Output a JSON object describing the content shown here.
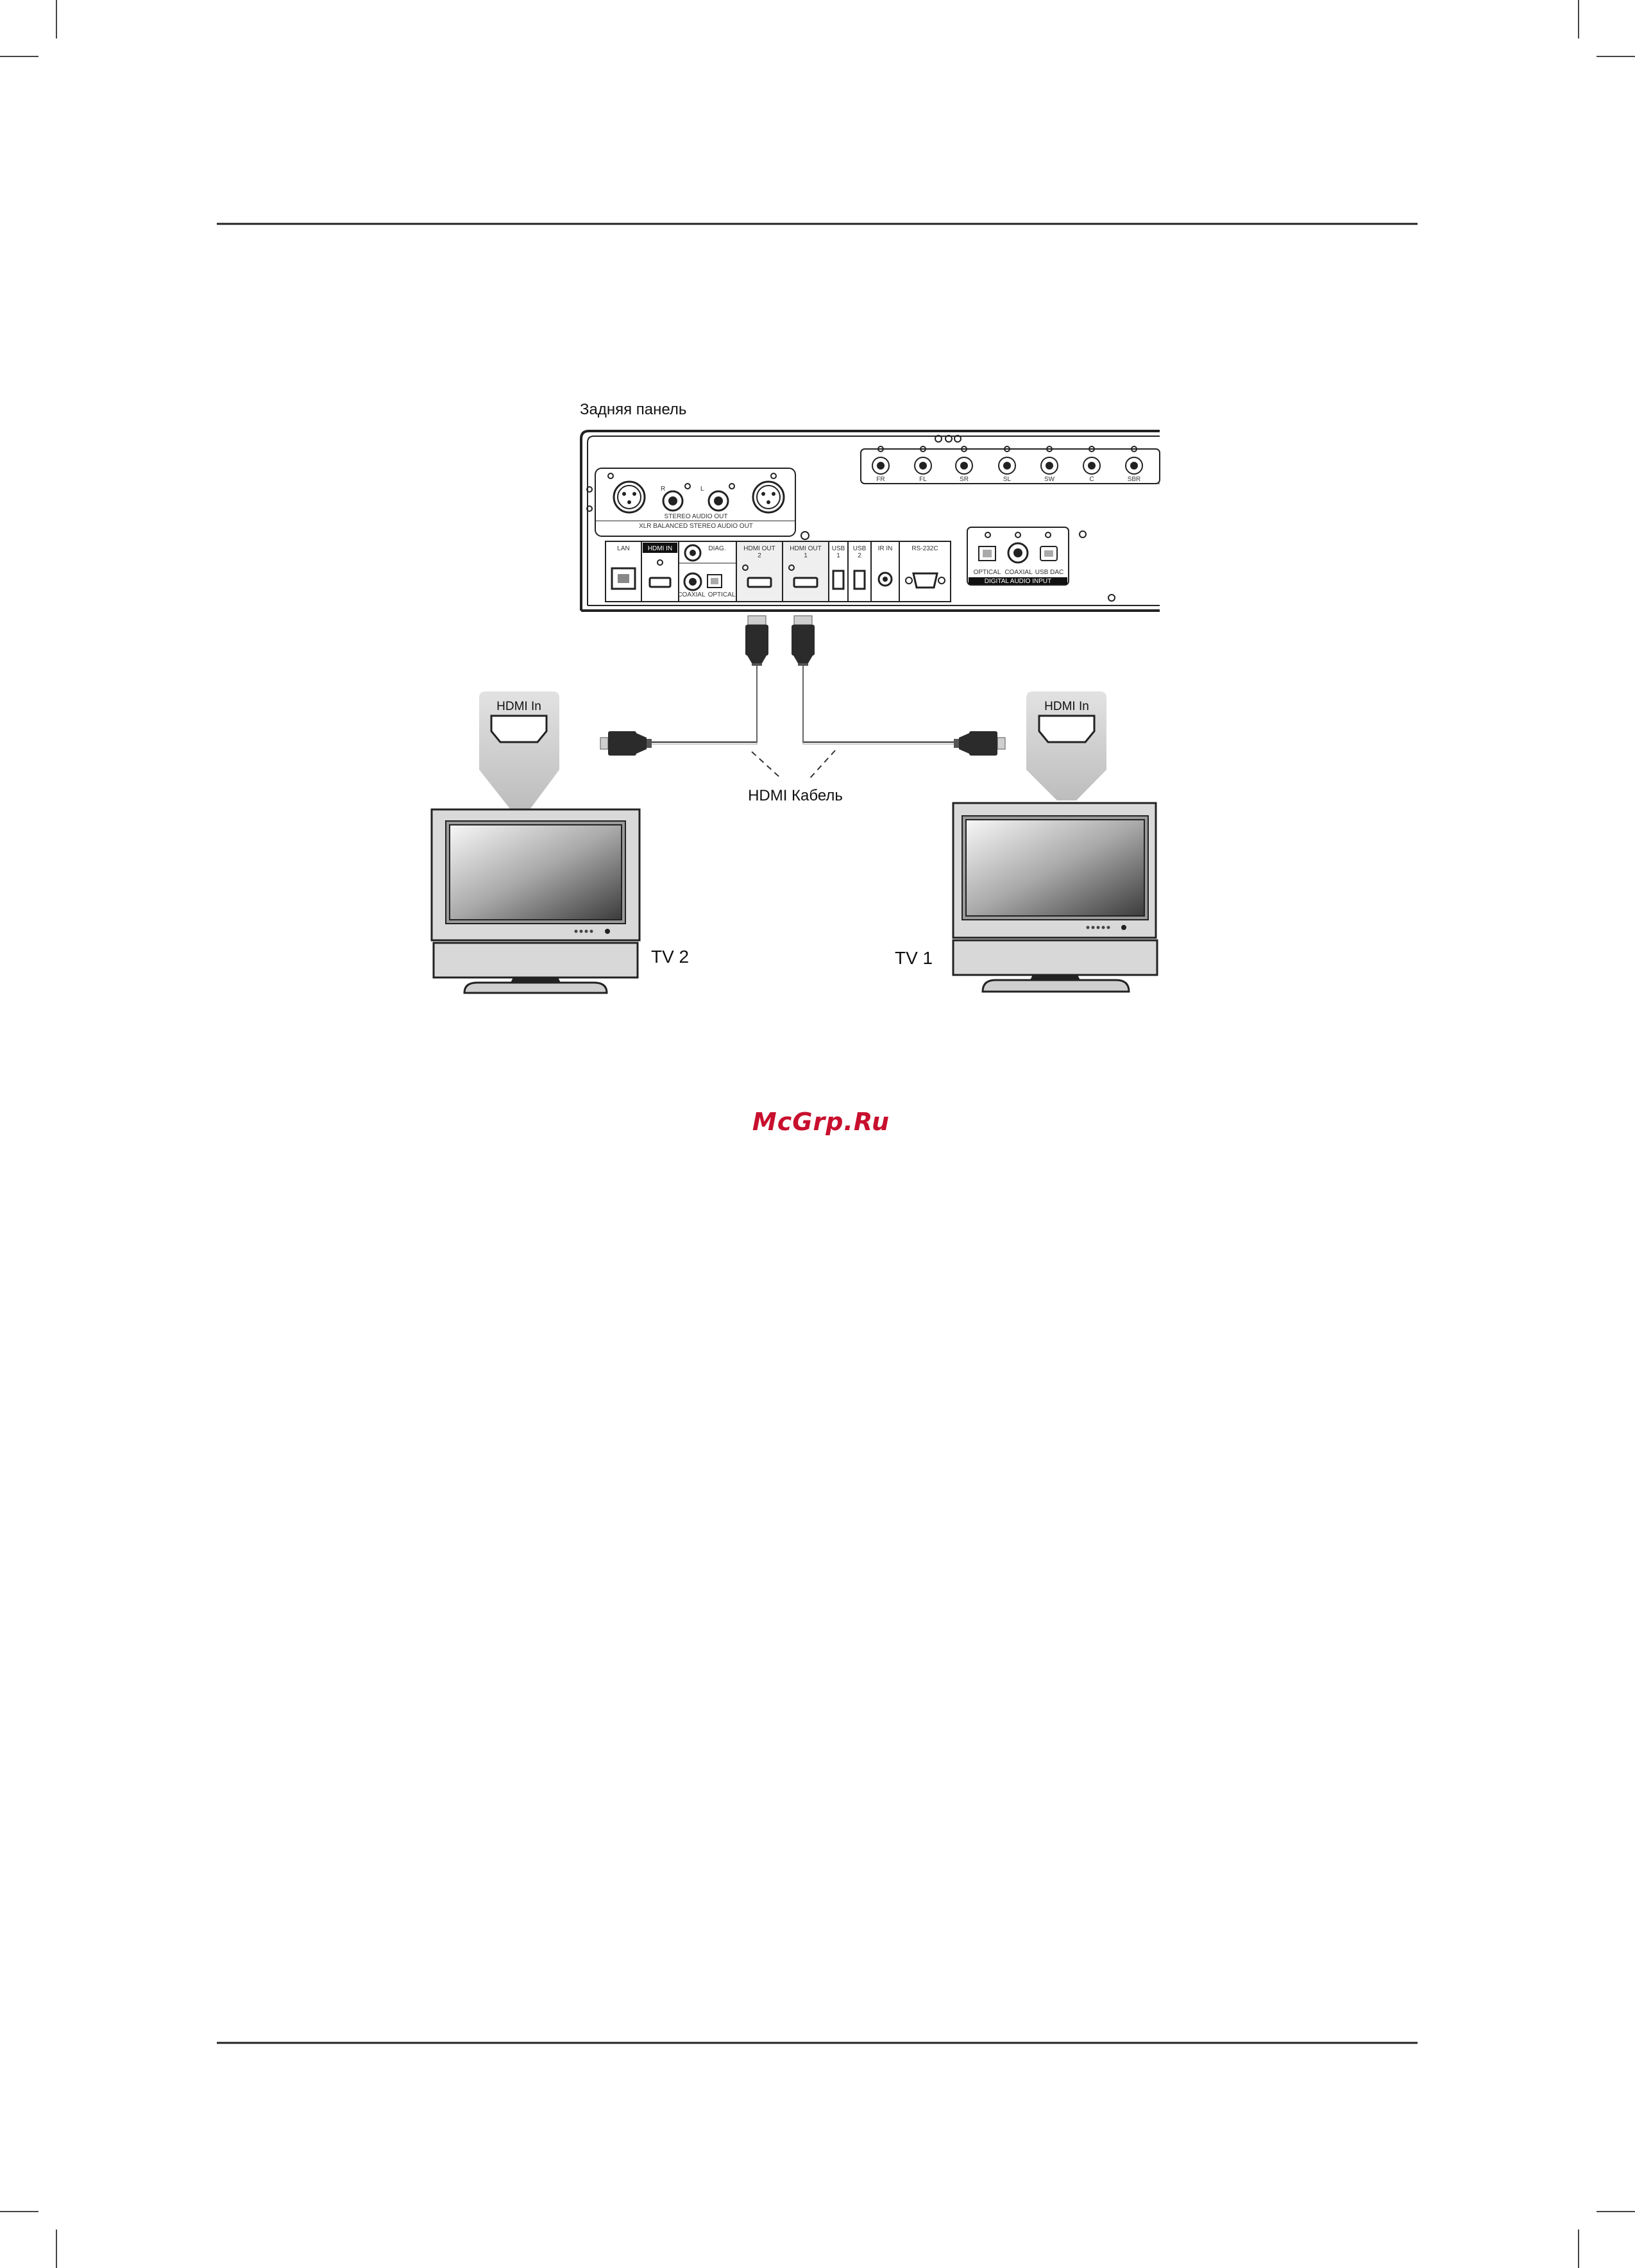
{
  "diagram": {
    "rear_panel_label": "Задняя панель",
    "cable_label": "HDMI Кабель",
    "tv_left": {
      "name": "TV 2",
      "input_label": "HDMI In"
    },
    "tv_right": {
      "name": "TV 1",
      "input_label": "HDMI In"
    },
    "panel": {
      "top_channels": [
        "FR",
        "FL",
        "SR",
        "SL",
        "SW",
        "C",
        "SBR"
      ],
      "xlr_caption_1": "STEREO AUDIO OUT",
      "xlr_caption_2": "XLR BALANCED STEREO AUDIO OUT",
      "ports": {
        "lan": "LAN",
        "hdmi_in": "HDMI IN",
        "diag": "DIAG.",
        "coaxial": "COAXIAL",
        "optical": "OPTICAL",
        "hdmi_out_2_a": "HDMI OUT",
        "hdmi_out_2_b": "2",
        "hdmi_out_1_a": "HDMI OUT",
        "hdmi_out_1_b": "1",
        "usb1_a": "USB",
        "usb1_b": "1",
        "usb2_a": "USB",
        "usb2_b": "2",
        "ir_in": "IR IN",
        "rs232c": "RS-232C",
        "dai_optical": "OPTICAL",
        "dai_coaxial": "COAXIAL",
        "dai_usb_dac": "USB DAC",
        "digital_audio_input": "DIGITAL AUDIO INPUT"
      },
      "xlr_r": "R",
      "xlr_l": "L"
    }
  },
  "watermark": "McGrp.Ru"
}
